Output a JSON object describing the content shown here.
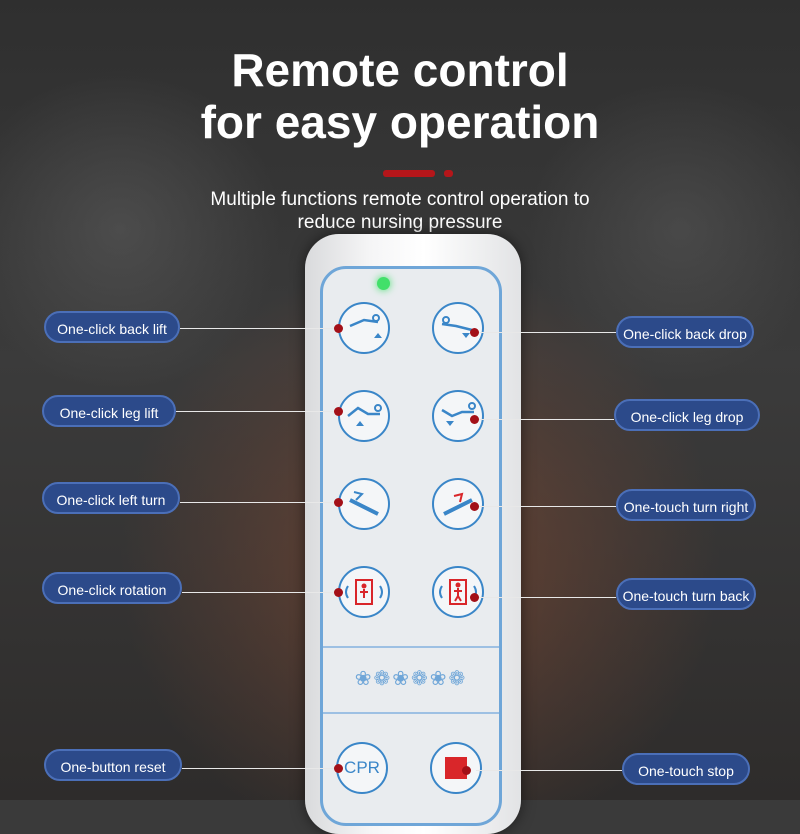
{
  "header": {
    "title_line1": "Remote control",
    "title_line2": "for easy operation",
    "subtitle_line1": "Multiple functions remote control operation to",
    "subtitle_line2": "reduce nursing pressure"
  },
  "remote": {
    "cpr_label": "CPR",
    "led_color": "#42e06a",
    "accent_color": "#b5161a"
  },
  "labels": {
    "back_lift": "One-click back lift",
    "back_drop": "One-click back drop",
    "leg_lift": "One-click leg lift",
    "leg_drop": "One-click leg drop",
    "left_turn": "One-click left turn",
    "turn_right": "One-touch turn right",
    "rotation": "One-click rotation",
    "turn_back": "One-touch turn back",
    "reset": "One-button reset",
    "stop": "One-touch stop"
  }
}
